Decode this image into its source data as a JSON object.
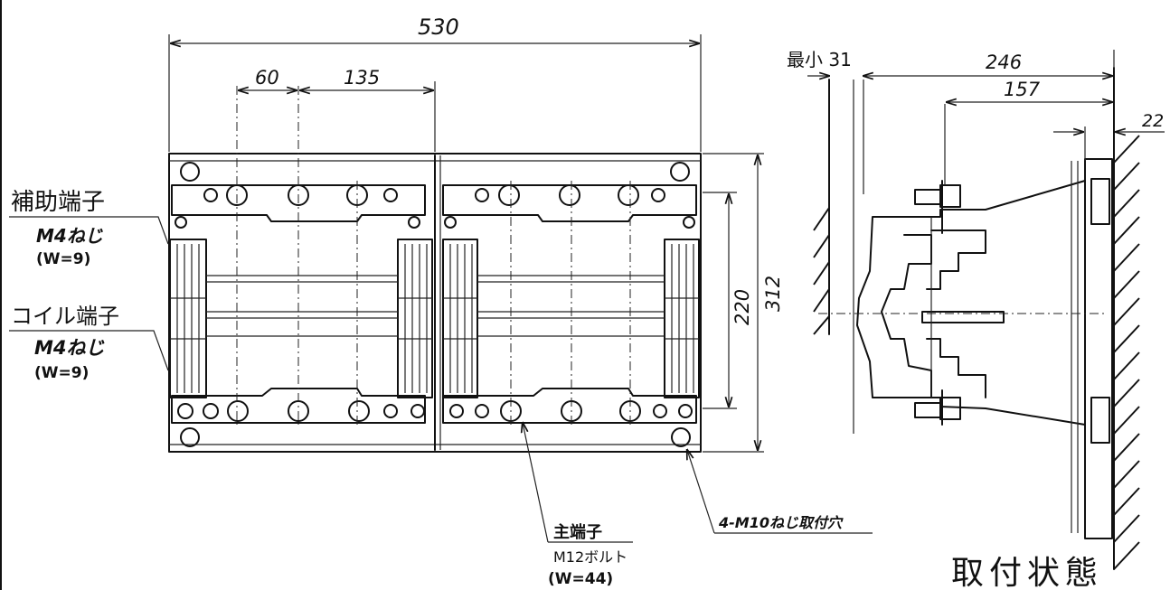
{
  "dimensions": {
    "overall_width": "530",
    "pitch_60": "60",
    "pitch_135": "135",
    "height_220": "220",
    "height_312": "312",
    "min_clearance": "最小 31",
    "depth_246": "246",
    "depth_157": "157",
    "plate_22": "22"
  },
  "labels": {
    "aux_terminal": "補助端子",
    "aux_screw": "M4ねじ",
    "aux_w": "(W=9)",
    "coil_terminal": "コイル端子",
    "coil_screw": "M4ねじ",
    "coil_w": "(W=9)",
    "main_terminal": "主端子",
    "main_bolt": "M12ボルト",
    "main_w": "(W=44)",
    "mount_holes": "4-M10ねじ取付穴",
    "caption": "取付状態"
  }
}
